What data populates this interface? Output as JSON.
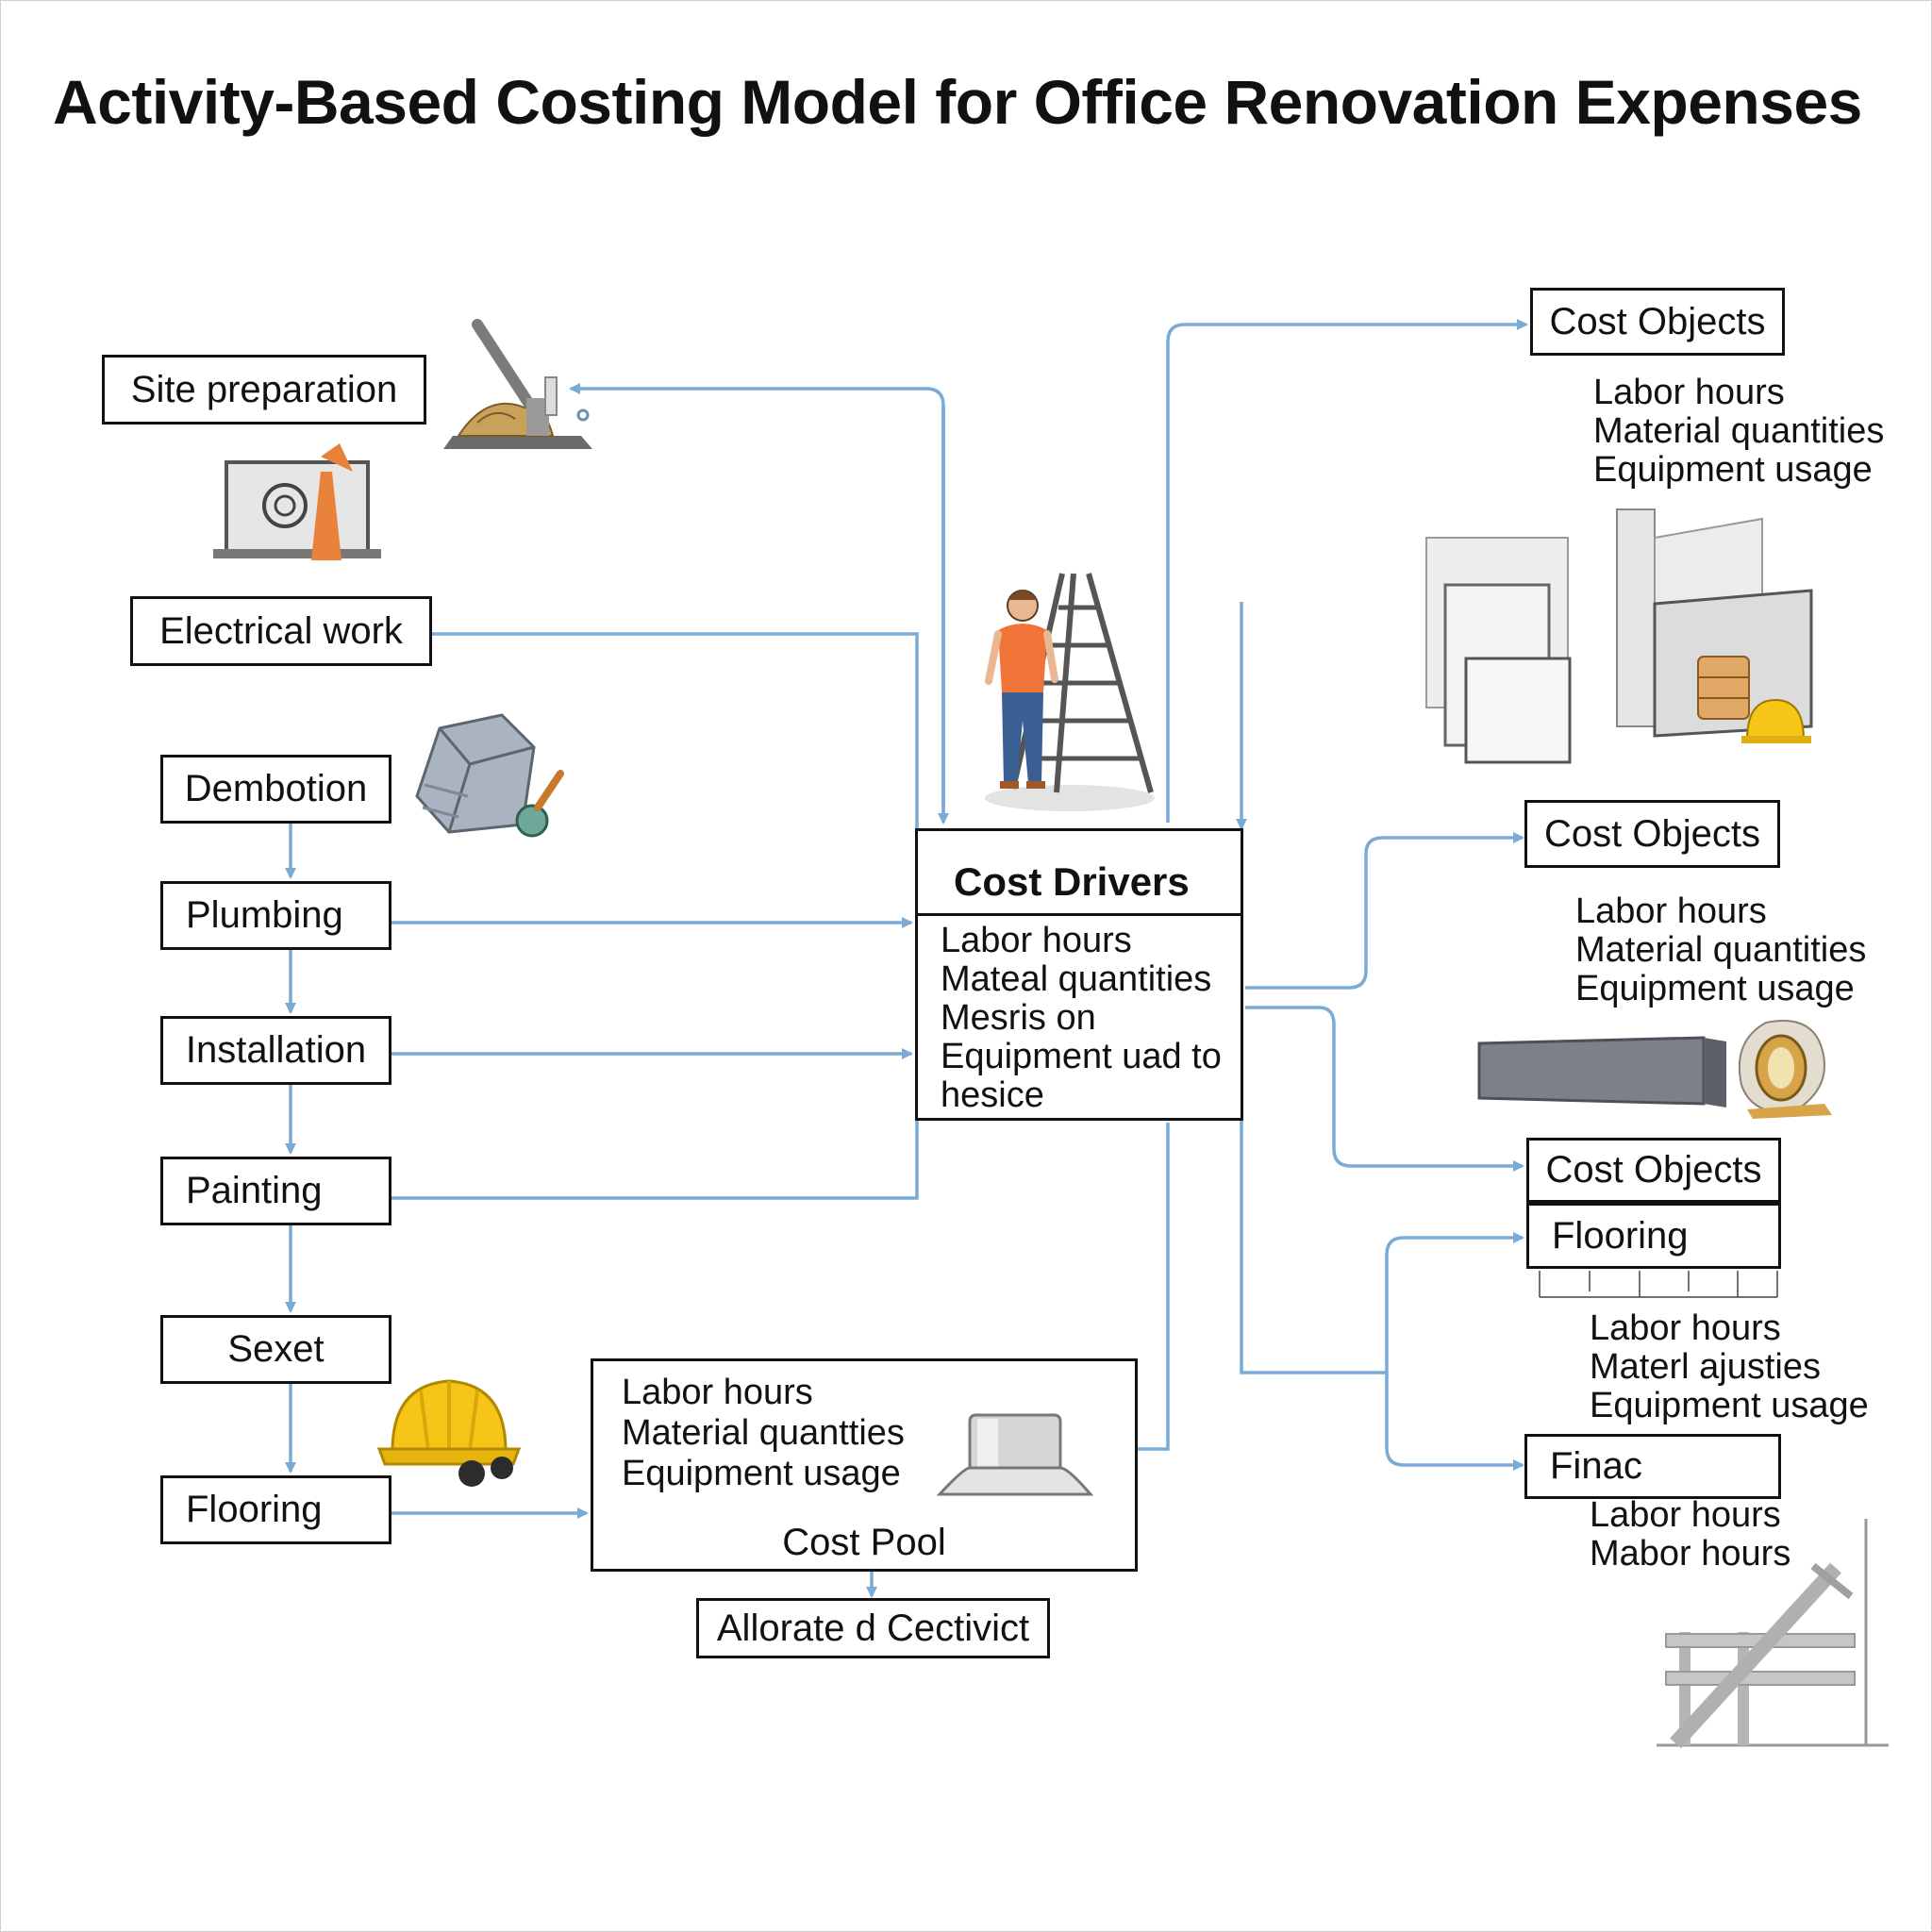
{
  "title": "Activity-Based Costing Model for Office Renovation Expenses",
  "activities": {
    "site_preparation": "Site preparation",
    "electrical_work": "Electrical work",
    "dembotion": "Dembotion",
    "plumbing": "Plumbing",
    "installation": "Installation",
    "painting": "Painting",
    "sexet": "Sexet",
    "flooring": "Flooring"
  },
  "cost_drivers": {
    "heading": "Cost Drivers",
    "lines": [
      "Labor hours",
      "Mateal quantities",
      "Mesris on",
      "Equipment uad to",
      "hesice"
    ]
  },
  "cost_pool": {
    "label": "Cost Pool",
    "items": [
      "Labor hours",
      "Material quantties",
      "Equipment usage"
    ]
  },
  "allocation_label": "Allorate d Cectivict",
  "cost_objects": [
    {
      "heading": "Cost Objects",
      "items": [
        "Labor hours",
        "Material quantities",
        "Equipment usage"
      ]
    },
    {
      "heading": "Cost Objects",
      "items": [
        "Labor hours",
        "Material quantities",
        "Equipment usage"
      ]
    },
    {
      "heading": "Cost Objects",
      "sub_heading": "Flooring",
      "items": [
        "Labor hours",
        "Materl ajusties",
        "Equipment usage"
      ]
    },
    {
      "heading": "Finac",
      "items": [
        "Labor hours",
        "Mabor hours"
      ]
    }
  ],
  "icons": [
    "excavator-icon",
    "drafting-monitor-icon",
    "stone-block-icon",
    "worker-with-ladder-icon",
    "wall-panels-icon",
    "steel-beam-icon",
    "hard-hat-icon",
    "sink-icon",
    "scaffold-icon"
  ],
  "colors": {
    "arrow": "#7aaad6",
    "box_border": "#111111",
    "accent_orange": "#e8823a",
    "hat_yellow": "#f5c518"
  }
}
